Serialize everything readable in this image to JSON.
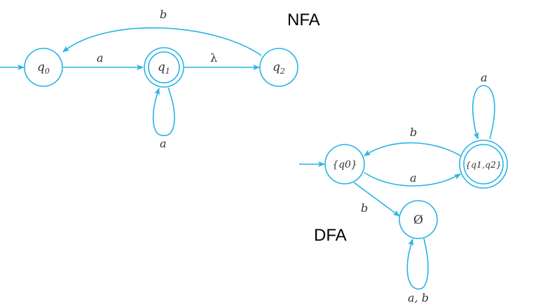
{
  "nfa": {
    "title": "NFA",
    "states": [
      {
        "id": "q0",
        "label": "q",
        "sub": "0",
        "accepting": false,
        "initial": true
      },
      {
        "id": "q1",
        "label": "q",
        "sub": "1",
        "accepting": true,
        "initial": false
      },
      {
        "id": "q2",
        "label": "q",
        "sub": "2",
        "accepting": false,
        "initial": false
      }
    ],
    "transitions": [
      {
        "from": "q0",
        "to": "q1",
        "label": "a"
      },
      {
        "from": "q1",
        "to": "q2",
        "label": "λ"
      },
      {
        "from": "q2",
        "to": "q0",
        "label": "b"
      },
      {
        "from": "q1",
        "to": "q1",
        "label": "a"
      }
    ]
  },
  "dfa": {
    "title": "DFA",
    "states": [
      {
        "id": "s0",
        "label": "{q0}",
        "accepting": false,
        "initial": true
      },
      {
        "id": "s12",
        "label": "{q1,q2}",
        "accepting": true,
        "initial": false
      },
      {
        "id": "empty",
        "label": "Ø",
        "accepting": false,
        "initial": false
      }
    ],
    "transitions": [
      {
        "from": "s0",
        "to": "s12",
        "label": "a"
      },
      {
        "from": "s12",
        "to": "s0",
        "label": "b"
      },
      {
        "from": "s12",
        "to": "s12",
        "label": "a"
      },
      {
        "from": "s0",
        "to": "empty",
        "label": "b"
      },
      {
        "from": "empty",
        "to": "empty",
        "label": "a, b"
      }
    ]
  },
  "colors": {
    "edge": "#27b3e6",
    "text": "#333333"
  }
}
